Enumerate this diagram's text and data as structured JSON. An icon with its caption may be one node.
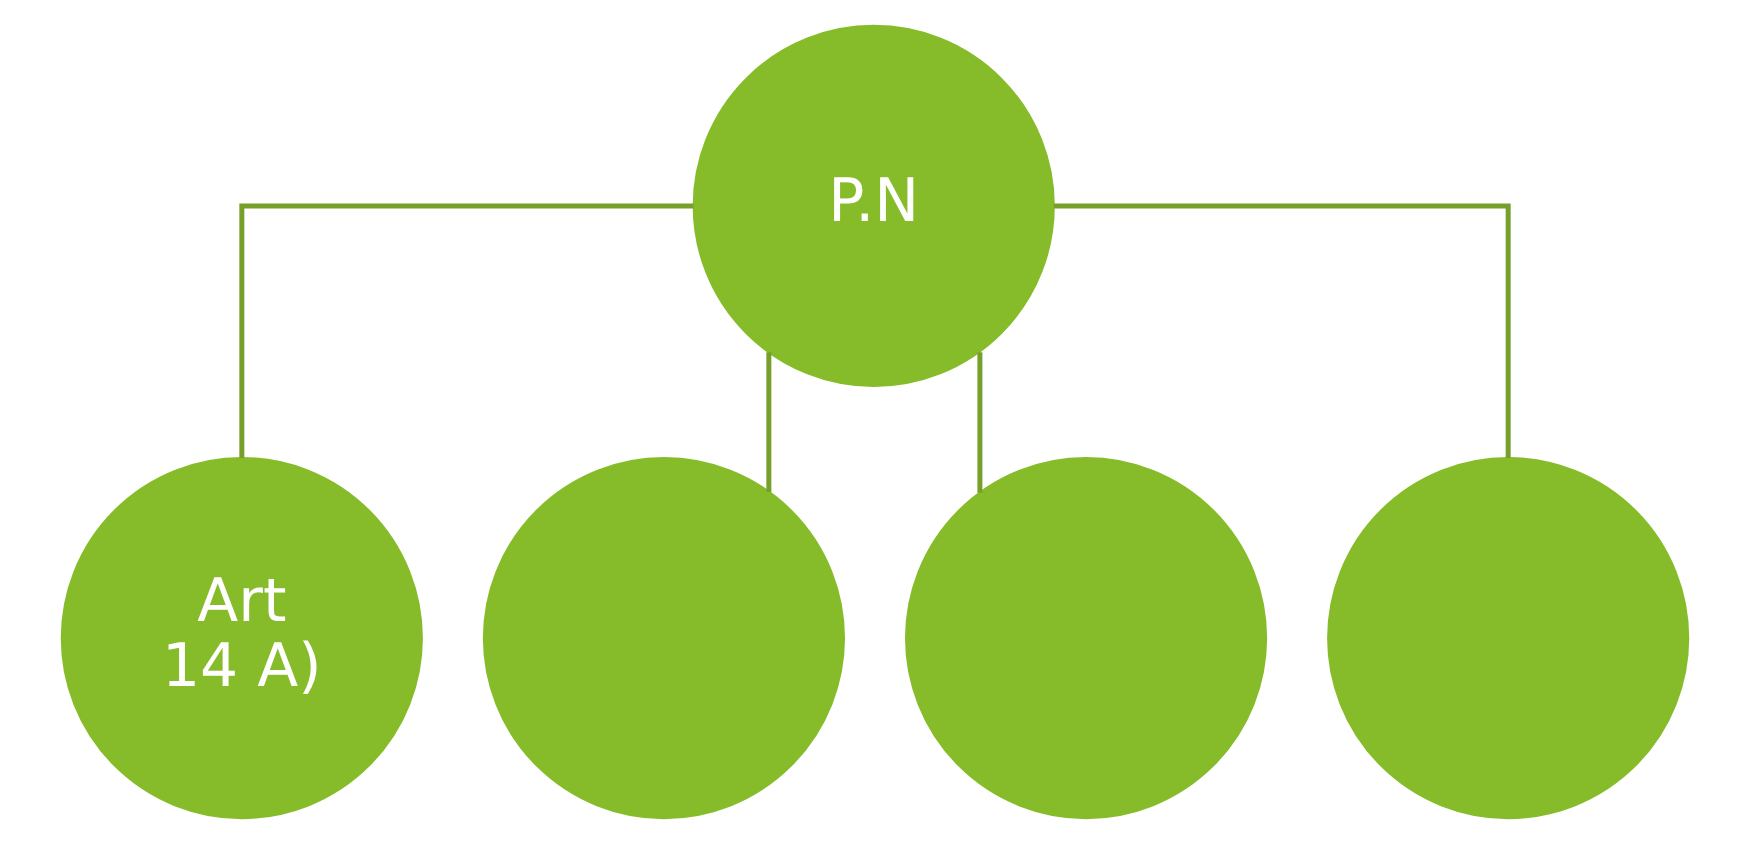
{
  "diagram": {
    "nodes": [
      {
        "text": [
          "P.N"
        ]
      },
      {
        "text": [
          "Art 14 A)"
        ]
      },
      {
        "text": [],
        "shape": "circle"
      },
      {
        "text": [],
        "shape": "circle"
      },
      {
        "text": [],
        "shape": "circle"
      }
    ],
    "edges": [
      {
        "from": 0,
        "to": 1,
        "arrow": "none"
      },
      {
        "from": 0,
        "to": 2,
        "arrow": "none"
      },
      {
        "from": 0,
        "to": 3,
        "arrow": "none"
      },
      {
        "from": 0,
        "to": 4,
        "arrow": "none"
      }
    ]
  }
}
